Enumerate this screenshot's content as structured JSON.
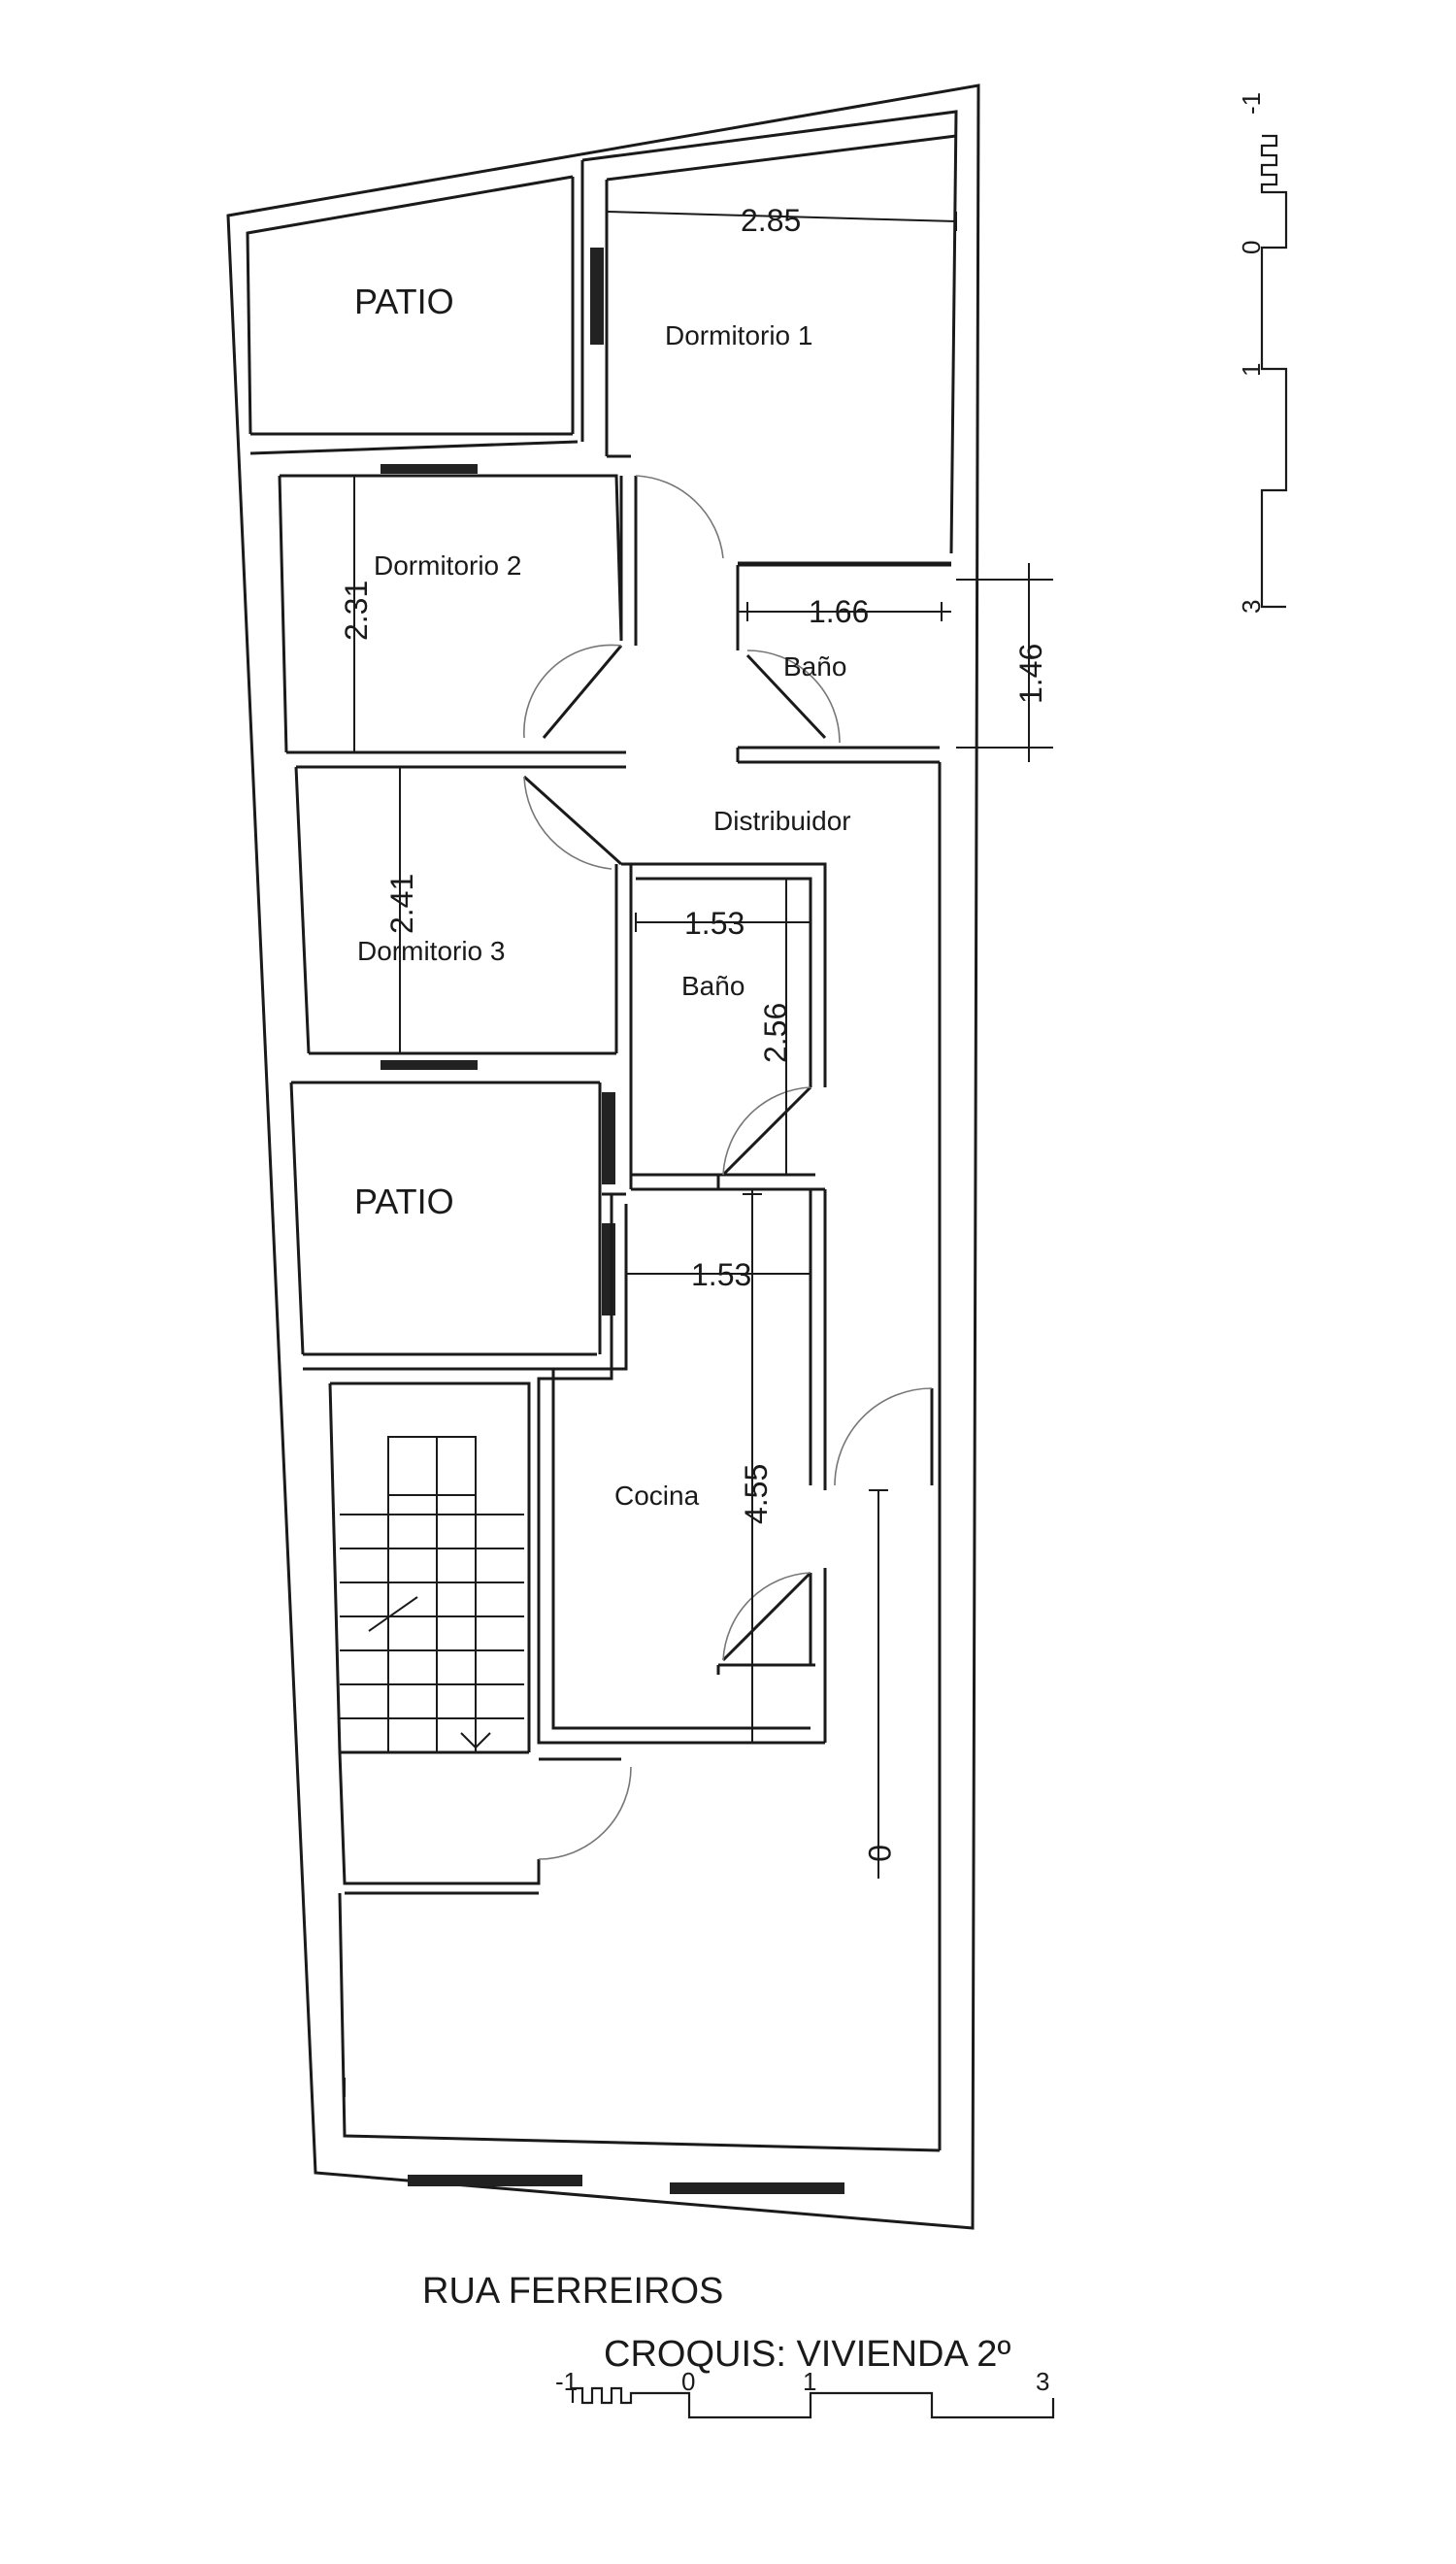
{
  "rooms": {
    "patio_top": "PATIO",
    "patio_bottom": "PATIO",
    "dormitorio_1": "Dormitorio 1",
    "dormitorio_2": "Dormitorio 2",
    "dormitorio_3": "Dormitorio 3",
    "bano_1": "Baño",
    "bano_2": "Baño",
    "distribuidor": "Distribuidor",
    "cocina": "Cocina"
  },
  "dimensions": {
    "d1_width": "2.85",
    "d2_height": "2.31",
    "bano1_width": "1.66",
    "bano1_height": "1.46",
    "d3_height": "2.41",
    "bano2_width": "1.53",
    "bano2_height": "2.56",
    "cocina_width": "1.53",
    "cocina_height": "4.55",
    "corridor_mark": "0"
  },
  "street": "RUA FERREIROS",
  "title": "CROQUIS: VIVIENDA 2º",
  "scale_labels": [
    "-1",
    "0",
    "1",
    "3"
  ]
}
